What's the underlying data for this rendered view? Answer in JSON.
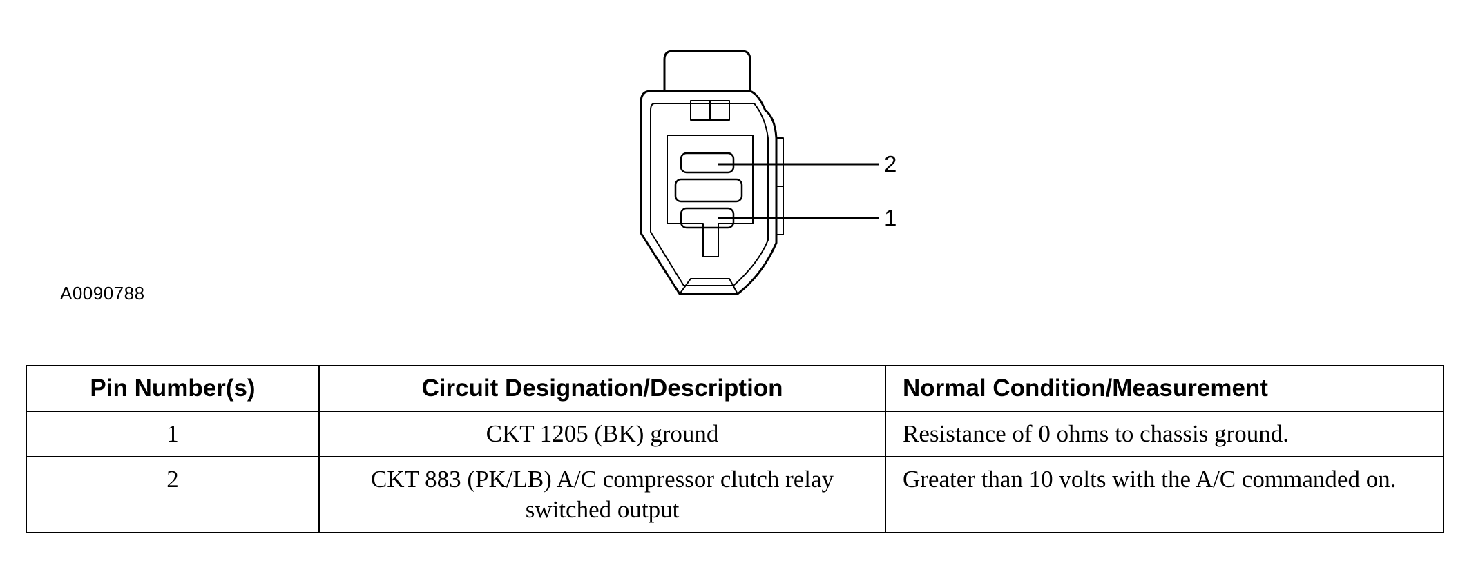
{
  "figure": {
    "id": "A0090788",
    "callouts": [
      "2",
      "1"
    ]
  },
  "table": {
    "headers": [
      "Pin Number(s)",
      "Circuit Designation/Description",
      "Normal Condition/Measurement"
    ],
    "rows": [
      [
        "1",
        "CKT 1205 (BK) ground",
        "Resistance of 0 ohms to chassis ground."
      ],
      [
        "2",
        "CKT 883 (PK/LB) A/C compressor clutch relay switched output",
        "Greater than 10 volts with the A/C commanded on."
      ]
    ]
  }
}
